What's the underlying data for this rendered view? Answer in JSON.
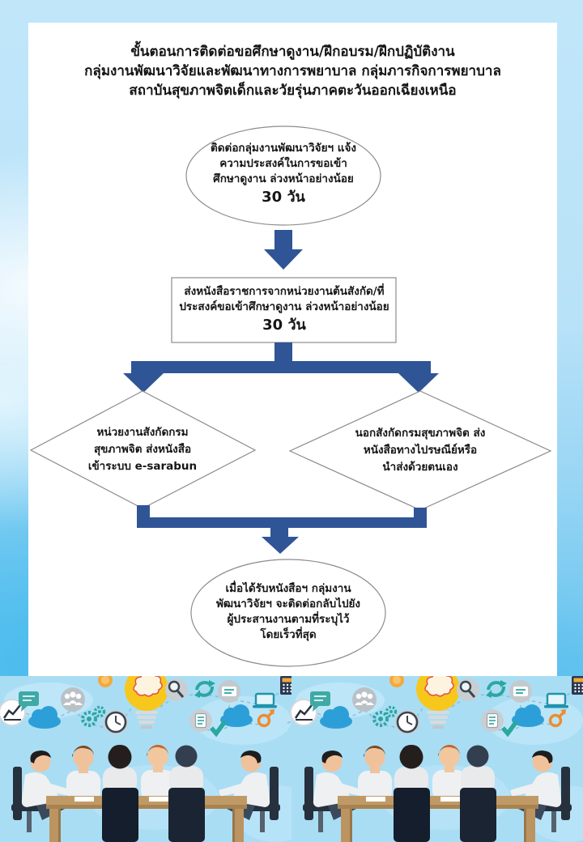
{
  "page": {
    "title_lines": [
      "ขั้นตอนการติดต่อขอศึกษาดูงาน/ฝึกอบรม/ฝึกปฏิบัติงาน",
      "กลุ่มงานพัฒนาวิจัยและพัฒนาทางการพยาบาล   กลุ่มภารกิจการพยาบาล",
      "สถาบันสุขภาพจิตเด็กและวัยรุ่นภาคตะวันออกเฉียงเหนือ"
    ]
  },
  "flowchart": {
    "start_oval": {
      "lines": [
        "ติดต่อกลุ่มงานพัฒนาวิจัยฯ แจ้ง",
        "ความประสงค์ในการขอเข้า",
        "ศึกษาดูงาน ล่วงหน้าอย่างน้อย"
      ],
      "duration": "30 วัน"
    },
    "process_rect": {
      "lines": [
        "ส่งหนังสือราชการจากหน่วยงานต้นสังกัด/ที่",
        "ประสงค์ขอเข้าศึกษาดูงาน  ล่วงหน้าอย่างน้อย"
      ],
      "duration": "30 วัน"
    },
    "left_diamond": {
      "lines": [
        "หน่วยงานสังกัดกรม",
        "สุขภาพจิต ส่งหนังสือ",
        "เข้าระบบ e-sarabun"
      ]
    },
    "right_diamond": {
      "lines": [
        "นอกสังกัดกรมสุขภาพจิต ส่ง",
        "หนังสือทางไปรษณีย์หรือ",
        "นำส่งด้วยตนเอง"
      ]
    },
    "end_oval": {
      "lines": [
        "เมื่อได้รับหนังสือฯ กลุ่มงาน",
        "พัฒนาวิจัยฯ จะติดต่อกลับไปยัง",
        "ผู้ประสานงานตามที่ระบุไว้",
        "โดยเร็วที่สุด"
      ]
    }
  },
  "colors": {
    "arrow_blue": "#2F5597",
    "shape_border": "#8c8c8c",
    "card_bg": "#ffffff",
    "sky_light": "#bfe5fa",
    "sky_deep": "#4fbaec",
    "illustration_bg": "#a9ddf4",
    "bulb_yellow": "#f8c71c",
    "icon_teal": "#2ba7a0",
    "cloud_blue": "#2d9fd8",
    "table_wood": "#bb9461",
    "accent_orange": "#f2982d"
  },
  "illustration": {
    "description": "Two identical flat-style meeting scenes: six people around a wooden table, with dashed-line connected idea icons above",
    "icons": [
      "bar-chart-icon",
      "chat-bubble-icon",
      "people-group-icon",
      "coin-icon",
      "lightbulb-brain-icon",
      "search-icon",
      "refresh-icon",
      "message-icon",
      "laptop-icon",
      "calculator-icon",
      "cloud-icon",
      "gears-icon",
      "clock-icon",
      "tablet-icon",
      "check-icon",
      "male-symbol-icon"
    ]
  }
}
